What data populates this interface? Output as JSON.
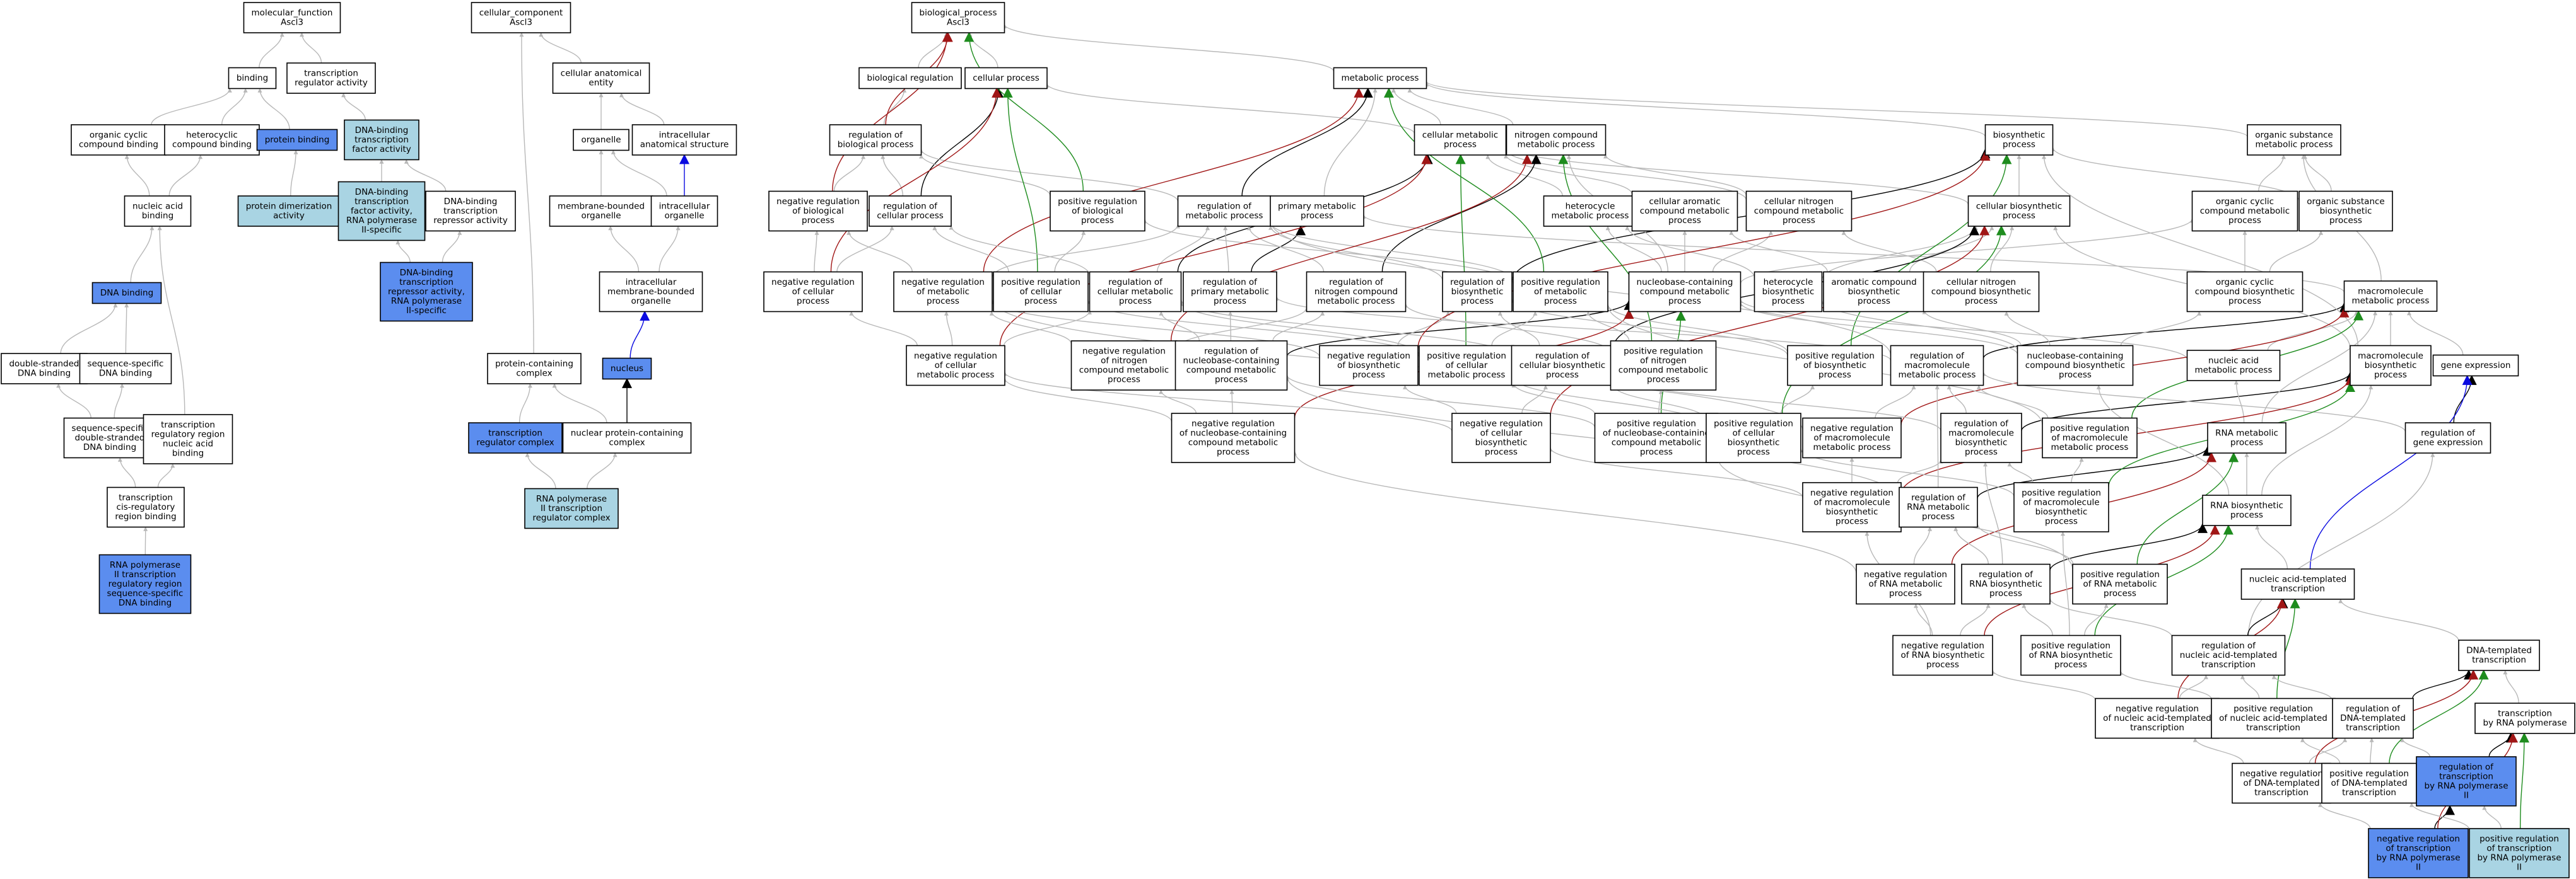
{
  "colors": {
    "default_fill": "#ffffff",
    "highlight_fill": "#5b8def",
    "light_fill": "#a9d4e3",
    "edge_gray": "#b8b8b8",
    "edge_black": "#000000",
    "edge_green": "#1e8c1e",
    "edge_red": "#a01616",
    "edge_blue": "#0a0ae0"
  },
  "nodes": [
    {
      "id": "mf",
      "lines": [
        "molecular_function",
        "Ascl3"
      ],
      "fill": "white"
    },
    {
      "id": "binding",
      "lines": [
        "binding"
      ],
      "fill": "white"
    },
    {
      "id": "trr",
      "lines": [
        "transcription",
        "regulator activity"
      ],
      "fill": "white"
    },
    {
      "id": "ocb",
      "lines": [
        "organic cyclic",
        "compound binding"
      ],
      "fill": "white"
    },
    {
      "id": "hcb",
      "lines": [
        "heterocyclic",
        "compound binding"
      ],
      "fill": "white"
    },
    {
      "id": "pb",
      "lines": [
        "protein binding"
      ],
      "fill": "blue"
    },
    {
      "id": "dbtfa",
      "lines": [
        "DNA-binding",
        "transcription",
        "factor activity"
      ],
      "fill": "light"
    },
    {
      "id": "nab",
      "lines": [
        "nucleic acid",
        "binding"
      ],
      "fill": "white"
    },
    {
      "id": "pda",
      "lines": [
        "protein dimerization",
        "activity"
      ],
      "fill": "light"
    },
    {
      "id": "dbtfa2",
      "lines": [
        "DNA-binding",
        "transcription",
        "factor activity,",
        "RNA polymerase",
        "II-specific"
      ],
      "fill": "light"
    },
    {
      "id": "dbtra",
      "lines": [
        "DNA-binding",
        "transcription",
        "repressor activity"
      ],
      "fill": "white"
    },
    {
      "id": "dnab",
      "lines": [
        "DNA binding"
      ],
      "fill": "blue"
    },
    {
      "id": "dbtra2",
      "lines": [
        "DNA-binding",
        "transcription",
        "repressor activity,",
        "RNA polymerase",
        "II-specific"
      ],
      "fill": "blue"
    },
    {
      "id": "dsdna",
      "lines": [
        "double-stranded",
        "DNA binding"
      ],
      "fill": "white"
    },
    {
      "id": "ssdna",
      "lines": [
        "sequence-specific",
        "DNA binding"
      ],
      "fill": "white"
    },
    {
      "id": "ssds",
      "lines": [
        "sequence-specific",
        "double-stranded",
        "DNA binding"
      ],
      "fill": "white"
    },
    {
      "id": "trnab",
      "lines": [
        "transcription",
        "regulatory region",
        "nucleic acid",
        "binding"
      ],
      "fill": "white"
    },
    {
      "id": "tcrb",
      "lines": [
        "transcription",
        "cis-regulatory",
        "region binding"
      ],
      "fill": "white"
    },
    {
      "id": "rpol2b",
      "lines": [
        "RNA polymerase",
        "II transcription",
        "regulatory region",
        "sequence-specific",
        "DNA binding"
      ],
      "fill": "blue"
    },
    {
      "id": "cc",
      "lines": [
        "cellular_component",
        "Ascl3"
      ],
      "fill": "white"
    },
    {
      "id": "cae",
      "lines": [
        "cellular anatomical",
        "entity"
      ],
      "fill": "white"
    },
    {
      "id": "organelle",
      "lines": [
        "organelle"
      ],
      "fill": "white"
    },
    {
      "id": "ias",
      "lines": [
        "intracellular",
        "anatomical structure"
      ],
      "fill": "white"
    },
    {
      "id": "mbo",
      "lines": [
        "membrane-bounded",
        "organelle"
      ],
      "fill": "white"
    },
    {
      "id": "io",
      "lines": [
        "intracellular",
        "organelle"
      ],
      "fill": "white"
    },
    {
      "id": "imbo",
      "lines": [
        "intracellular",
        "membrane-bounded",
        "organelle"
      ],
      "fill": "white"
    },
    {
      "id": "pcc",
      "lines": [
        "protein-containing",
        "complex"
      ],
      "fill": "white"
    },
    {
      "id": "nucleus",
      "lines": [
        "nucleus"
      ],
      "fill": "blue"
    },
    {
      "id": "trc",
      "lines": [
        "transcription",
        "regulator complex"
      ],
      "fill": "blue"
    },
    {
      "id": "npcc",
      "lines": [
        "nuclear protein-containing",
        "complex"
      ],
      "fill": "white"
    },
    {
      "id": "rp2trc",
      "lines": [
        "RNA polymerase",
        "II transcription",
        "regulator complex"
      ],
      "fill": "light"
    },
    {
      "id": "bp",
      "lines": [
        "biological_process",
        "Ascl3"
      ],
      "fill": "white"
    },
    {
      "id": "breg",
      "lines": [
        "biological regulation"
      ],
      "fill": "white"
    },
    {
      "id": "cp",
      "lines": [
        "cellular process"
      ],
      "fill": "white"
    },
    {
      "id": "mp",
      "lines": [
        "metabolic process"
      ],
      "fill": "white"
    },
    {
      "id": "rbp",
      "lines": [
        "regulation of",
        "biological process"
      ],
      "fill": "white"
    },
    {
      "id": "cmp",
      "lines": [
        "cellular metabolic",
        "process"
      ],
      "fill": "white"
    },
    {
      "id": "ncmp",
      "lines": [
        "nitrogen compound",
        "metabolic process"
      ],
      "fill": "white"
    },
    {
      "id": "bsp",
      "lines": [
        "biosynthetic",
        "process"
      ],
      "fill": "white"
    },
    {
      "id": "osmp",
      "lines": [
        "organic substance",
        "metabolic process"
      ],
      "fill": "white"
    },
    {
      "id": "nrbp",
      "lines": [
        "negative regulation",
        "of biological",
        "process"
      ],
      "fill": "white"
    },
    {
      "id": "rcp",
      "lines": [
        "regulation of",
        "cellular process"
      ],
      "fill": "white"
    },
    {
      "id": "prbp",
      "lines": [
        "positive regulation",
        "of biological",
        "process"
      ],
      "fill": "white"
    },
    {
      "id": "rmp",
      "lines": [
        "regulation of",
        "metabolic process"
      ],
      "fill": "white"
    },
    {
      "id": "pmp",
      "lines": [
        "primary metabolic",
        "process"
      ],
      "fill": "white"
    },
    {
      "id": "hmp",
      "lines": [
        "heterocycle",
        "metabolic process"
      ],
      "fill": "white"
    },
    {
      "id": "cacmp",
      "lines": [
        "cellular aromatic",
        "compound metabolic",
        "process"
      ],
      "fill": "white"
    },
    {
      "id": "cncmp",
      "lines": [
        "cellular nitrogen",
        "compound metabolic",
        "process"
      ],
      "fill": "white"
    },
    {
      "id": "cbsp",
      "lines": [
        "cellular biosynthetic",
        "process"
      ],
      "fill": "white"
    },
    {
      "id": "occmp",
      "lines": [
        "organic cyclic",
        "compound metabolic",
        "process"
      ],
      "fill": "white"
    },
    {
      "id": "osbp",
      "lines": [
        "organic substance",
        "biosynthetic",
        "process"
      ],
      "fill": "white"
    },
    {
      "id": "nrcp",
      "lines": [
        "negative regulation",
        "of cellular",
        "process"
      ],
      "fill": "white"
    },
    {
      "id": "nrmp",
      "lines": [
        "negative regulation",
        "of metabolic",
        "process"
      ],
      "fill": "white"
    },
    {
      "id": "prcp",
      "lines": [
        "positive regulation",
        "of cellular",
        "process"
      ],
      "fill": "white"
    },
    {
      "id": "rcmp",
      "lines": [
        "regulation of",
        "cellular metabolic",
        "process"
      ],
      "fill": "white"
    },
    {
      "id": "rpmp",
      "lines": [
        "regulation of",
        "primary metabolic",
        "process"
      ],
      "fill": "white"
    },
    {
      "id": "rncmp",
      "lines": [
        "regulation of",
        "nitrogen compound",
        "metabolic process"
      ],
      "fill": "white"
    },
    {
      "id": "rbsp",
      "lines": [
        "regulation of",
        "biosynthetic",
        "process"
      ],
      "fill": "white"
    },
    {
      "id": "prmp",
      "lines": [
        "positive regulation",
        "of metabolic",
        "process"
      ],
      "fill": "white"
    },
    {
      "id": "nccmp",
      "lines": [
        "nucleobase-containing",
        "compound metabolic",
        "process"
      ],
      "fill": "white"
    },
    {
      "id": "hbp",
      "lines": [
        "heterocycle",
        "biosynthetic",
        "process"
      ],
      "fill": "white"
    },
    {
      "id": "acbp",
      "lines": [
        "aromatic compound",
        "biosynthetic",
        "process"
      ],
      "fill": "white"
    },
    {
      "id": "cncbp",
      "lines": [
        "cellular nitrogen",
        "compound biosynthetic",
        "process"
      ],
      "fill": "white"
    },
    {
      "id": "occbp",
      "lines": [
        "organic cyclic",
        "compound biosynthetic",
        "process"
      ],
      "fill": "white"
    },
    {
      "id": "mmp",
      "lines": [
        "macromolecule",
        "metabolic process"
      ],
      "fill": "white"
    },
    {
      "id": "nrcmp",
      "lines": [
        "negative regulation",
        "of cellular",
        "metabolic process"
      ],
      "fill": "white"
    },
    {
      "id": "nrncmp",
      "lines": [
        "negative regulation",
        "of nitrogen",
        "compound metabolic",
        "process"
      ],
      "fill": "white"
    },
    {
      "id": "rnccmp",
      "lines": [
        "regulation of",
        "nucleobase-containing",
        "compound metabolic",
        "process"
      ],
      "fill": "white"
    },
    {
      "id": "nrbsp",
      "lines": [
        "negative regulation",
        "of biosynthetic",
        "process"
      ],
      "fill": "white"
    },
    {
      "id": "prcmp",
      "lines": [
        "positive regulation",
        "of cellular",
        "metabolic process"
      ],
      "fill": "white"
    },
    {
      "id": "rcbsp",
      "lines": [
        "regulation of",
        "cellular biosynthetic",
        "process"
      ],
      "fill": "white"
    },
    {
      "id": "prncmp",
      "lines": [
        "positive regulation",
        "of nitrogen",
        "compound metabolic",
        "process"
      ],
      "fill": "white"
    },
    {
      "id": "prbsp",
      "lines": [
        "positive regulation",
        "of biosynthetic",
        "process"
      ],
      "fill": "white"
    },
    {
      "id": "rmmp",
      "lines": [
        "regulation of",
        "macromolecule",
        "metabolic process"
      ],
      "fill": "white"
    },
    {
      "id": "nccbp",
      "lines": [
        "nucleobase-containing",
        "compound biosynthetic",
        "process"
      ],
      "fill": "white"
    },
    {
      "id": "namp",
      "lines": [
        "nucleic acid",
        "metabolic process"
      ],
      "fill": "white"
    },
    {
      "id": "mbp",
      "lines": [
        "macromolecule",
        "biosynthetic",
        "process"
      ],
      "fill": "white"
    },
    {
      "id": "ge",
      "lines": [
        "gene expression"
      ],
      "fill": "white"
    },
    {
      "id": "nrnccmp",
      "lines": [
        "negative regulation",
        "of nucleobase-containing",
        "compound metabolic",
        "process"
      ],
      "fill": "white"
    },
    {
      "id": "nrcbsp",
      "lines": [
        "negative regulation",
        "of cellular",
        "biosynthetic",
        "process"
      ],
      "fill": "white"
    },
    {
      "id": "prnccmp",
      "lines": [
        "positive regulation",
        "of nucleobase-containing",
        "compound metabolic",
        "process"
      ],
      "fill": "white"
    },
    {
      "id": "prcbsp",
      "lines": [
        "positive regulation",
        "of cellular",
        "biosynthetic",
        "process"
      ],
      "fill": "white"
    },
    {
      "id": "nrmmp",
      "lines": [
        "negative regulation",
        "of macromolecule",
        "metabolic process"
      ],
      "fill": "white"
    },
    {
      "id": "rmbp",
      "lines": [
        "regulation of",
        "macromolecule",
        "biosynthetic",
        "process"
      ],
      "fill": "white"
    },
    {
      "id": "prmmp",
      "lines": [
        "positive regulation",
        "of macromolecule",
        "metabolic process"
      ],
      "fill": "white"
    },
    {
      "id": "rnamp",
      "lines": [
        "RNA metabolic",
        "process"
      ],
      "fill": "white"
    },
    {
      "id": "rge",
      "lines": [
        "regulation of",
        "gene expression"
      ],
      "fill": "white"
    },
    {
      "id": "nrmbp",
      "lines": [
        "negative regulation",
        "of macromolecule",
        "biosynthetic",
        "process"
      ],
      "fill": "white"
    },
    {
      "id": "rrnamp",
      "lines": [
        "regulation of",
        "RNA metabolic",
        "process"
      ],
      "fill": "white"
    },
    {
      "id": "prmbp",
      "lines": [
        "positive regulation",
        "of macromolecule",
        "biosynthetic",
        "process"
      ],
      "fill": "white"
    },
    {
      "id": "rnabp",
      "lines": [
        "RNA biosynthetic",
        "process"
      ],
      "fill": "white"
    },
    {
      "id": "nrrnamp",
      "lines": [
        "negative regulation",
        "of RNA metabolic",
        "process"
      ],
      "fill": "white"
    },
    {
      "id": "rrnabp",
      "lines": [
        "regulation of",
        "RNA biosynthetic",
        "process"
      ],
      "fill": "white"
    },
    {
      "id": "prrnamp",
      "lines": [
        "positive regulation",
        "of RNA metabolic",
        "process"
      ],
      "fill": "white"
    },
    {
      "id": "natt",
      "lines": [
        "nucleic acid-templated",
        "transcription"
      ],
      "fill": "white"
    },
    {
      "id": "nrrnabp",
      "lines": [
        "negative regulation",
        "of RNA biosynthetic",
        "process"
      ],
      "fill": "white"
    },
    {
      "id": "prrnabp",
      "lines": [
        "positive regulation",
        "of RNA biosynthetic",
        "process"
      ],
      "fill": "white"
    },
    {
      "id": "rnatt",
      "lines": [
        "regulation of",
        "nucleic acid-templated",
        "transcription"
      ],
      "fill": "white"
    },
    {
      "id": "dtt",
      "lines": [
        "DNA-templated",
        "transcription"
      ],
      "fill": "white"
    },
    {
      "id": "nrnatt",
      "lines": [
        "negative regulation",
        "of nucleic acid-templated",
        "transcription"
      ],
      "fill": "white"
    },
    {
      "id": "prnatt",
      "lines": [
        "positive regulation",
        "of nucleic acid-templated",
        "transcription"
      ],
      "fill": "white"
    },
    {
      "id": "rdtt",
      "lines": [
        "regulation of",
        "DNA-templated",
        "transcription"
      ],
      "fill": "white"
    },
    {
      "id": "trp",
      "lines": [
        "transcription",
        "by RNA polymerase"
      ],
      "fill": "white"
    },
    {
      "id": "nrdtt",
      "lines": [
        "negative regulation",
        "of DNA-templated",
        "transcription"
      ],
      "fill": "white"
    },
    {
      "id": "prdtt",
      "lines": [
        "positive regulation",
        "of DNA-templated",
        "transcription"
      ],
      "fill": "white"
    },
    {
      "id": "rtrp2",
      "lines": [
        "regulation of",
        "transcription",
        "by RNA polymerase",
        "II"
      ],
      "fill": "blue"
    },
    {
      "id": "nrtrp2",
      "lines": [
        "negative regulation",
        "of transcription",
        "by RNA polymerase",
        "II"
      ],
      "fill": "blue"
    },
    {
      "id": "prtrp2",
      "lines": [
        "positive regulation",
        "of transcription",
        "by RNA polymerase",
        "II"
      ],
      "fill": "light"
    }
  ]
}
